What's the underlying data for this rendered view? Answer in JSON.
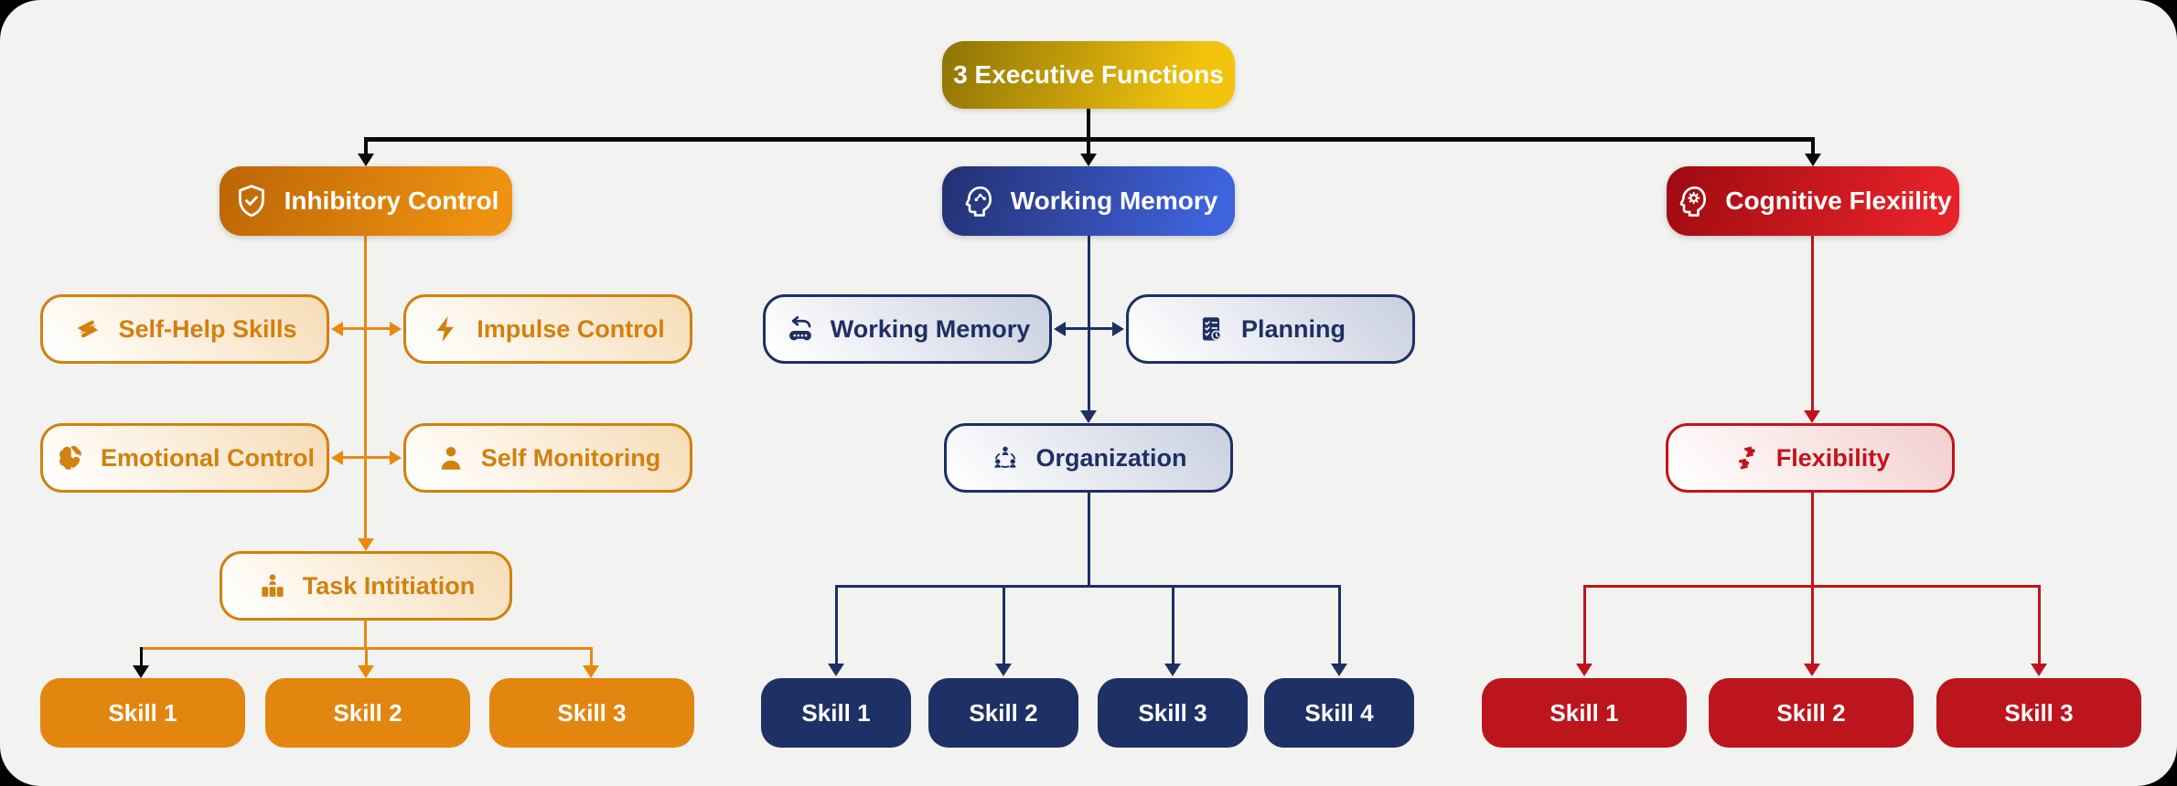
{
  "root": {
    "label": "3 Executive Functions",
    "icon": "none"
  },
  "columns": [
    {
      "id": "inhibitory-control",
      "header": {
        "label": "Inhibitory Control",
        "icon": "shield-check-icon"
      },
      "pairs": [
        {
          "left": {
            "label": "Self-Help Skills",
            "icon": "helping-hands-icon"
          },
          "right": {
            "label": "Impulse Control",
            "icon": "lightning-bolt-icon"
          }
        },
        {
          "left": {
            "label": "Emotional Control",
            "icon": "brain-heart-icon"
          },
          "right": {
            "label": "Self Monitoring",
            "icon": "person-icon"
          }
        }
      ],
      "mid": {
        "label": "Task Intitiation",
        "icon": "person-org-icon"
      },
      "skills": [
        "Skill 1",
        "Skill 2",
        "Skill 3"
      ]
    },
    {
      "id": "working-memory",
      "header": {
        "label": "Working Memory",
        "icon": "head-circuit-icon"
      },
      "pairs": [
        {
          "left": {
            "label": "Working Memory",
            "icon": "gamepad-undo-icon"
          },
          "right": {
            "label": "Planning",
            "icon": "checklist-clock-icon"
          }
        }
      ],
      "mid": {
        "label": "Organization",
        "icon": "people-group-icon"
      },
      "skills": [
        "Skill 1",
        "Skill 2",
        "Skill 3",
        "Skill 4"
      ]
    },
    {
      "id": "cognitive-flexibility",
      "header": {
        "label": "Cognitive Flexiility",
        "icon": "head-gear-icon"
      },
      "pairs": [],
      "mid": {
        "label": "Flexibility",
        "icon": "puzzle-icon"
      },
      "skills": [
        "Skill 1",
        "Skill 2",
        "Skill 3"
      ]
    }
  ],
  "palette": {
    "bg": "#f2f3f1",
    "gold-d": "#8e7305",
    "gold-l": "#f3c40e",
    "or-d": "#bc6505",
    "or-l": "#ef9211",
    "bl-d": "#232f70",
    "bl-l": "#3f63dc",
    "rd-d": "#9e0a10",
    "rd-l": "#e52329",
    "or-ink": "#d2800f",
    "or-line": "#e8890d",
    "or-tint": "#f6dcb6",
    "or-skill": "#e2860f",
    "nv": "#1e2f63",
    "nv-tint": "#c9cfdf",
    "nv-skill": "#1e3166",
    "rd-ink": "#c3131c",
    "rd-line": "#c1131c",
    "rd-tint": "#f2cfcd",
    "rd-skill": "#bd151d"
  }
}
